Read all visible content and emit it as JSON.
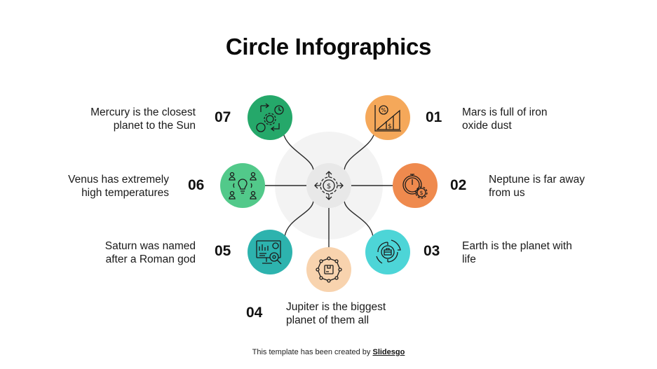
{
  "title": "Circle Infographics",
  "colors": {
    "n01": "#F5A85A",
    "n02": "#EF8A4E",
    "n03": "#4DD5D7",
    "n04": "#F8D3AE",
    "n05": "#2DB3AE",
    "n06": "#52C98A",
    "n07": "#25A86A",
    "center": "#E8E8E8",
    "halo": "#F3F3F3",
    "line": "#2a2a2a"
  },
  "items": [
    {
      "number": "01",
      "text_line1": "Mars is full of iron",
      "text_line2": "oxide dust",
      "icon": "growth-chart-percent-dollar-icon"
    },
    {
      "number": "02",
      "text_line1": "Neptune is far away",
      "text_line2": "from us",
      "icon": "stopwatch-dollar-gear-icon"
    },
    {
      "number": "03",
      "text_line1": "Earth is the planet with",
      "text_line2": "life",
      "icon": "briefcase-cycle-icon"
    },
    {
      "number": "04",
      "text_line1": "Jupiter is the biggest",
      "text_line2": "planet of them all",
      "icon": "package-network-icon"
    },
    {
      "number": "05",
      "text_line1": "Saturn was named",
      "text_line2": "after a Roman god",
      "icon": "monitor-analytics-eye-icon"
    },
    {
      "number": "06",
      "text_line1": "Venus has extremely",
      "text_line2": "high temperatures",
      "icon": "lightbulb-team-icon"
    },
    {
      "number": "07",
      "text_line1": "Mercury is the closest",
      "text_line2": "planet to the Sun",
      "icon": "process-cycle-gear-icon"
    }
  ],
  "center": {
    "icon": "dollar-gear-arrows-icon"
  },
  "footer": {
    "prefix": "This template has been created by ",
    "link": "Slidesgo"
  }
}
